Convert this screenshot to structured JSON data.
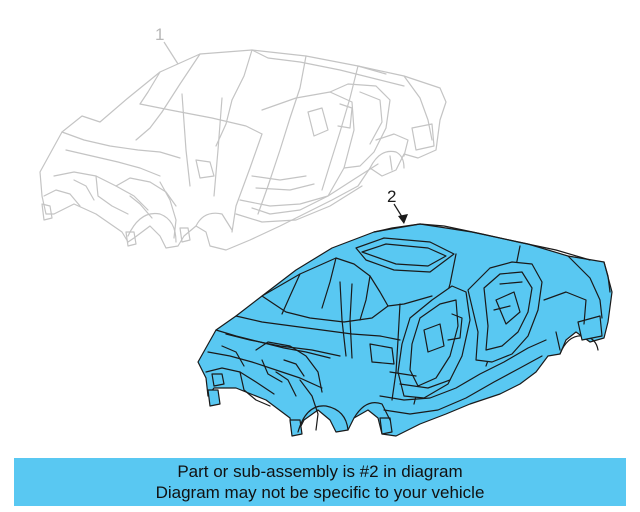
{
  "callouts": {
    "part1": "1",
    "part2": "2"
  },
  "banner": {
    "line1": "Part or sub-assembly is #2 in diagram",
    "line2": "Diagram may not be specific to your vehicle"
  },
  "colors": {
    "highlight_fill": "#59c8f2",
    "ghost_stroke": "#c4c4c4",
    "outline_stroke": "#1a1a1a",
    "banner_bg": "#59c8f2"
  },
  "icons": {
    "ghost_body": "car-body-shell-icon",
    "highlighted_body": "car-body-shell-icon"
  }
}
